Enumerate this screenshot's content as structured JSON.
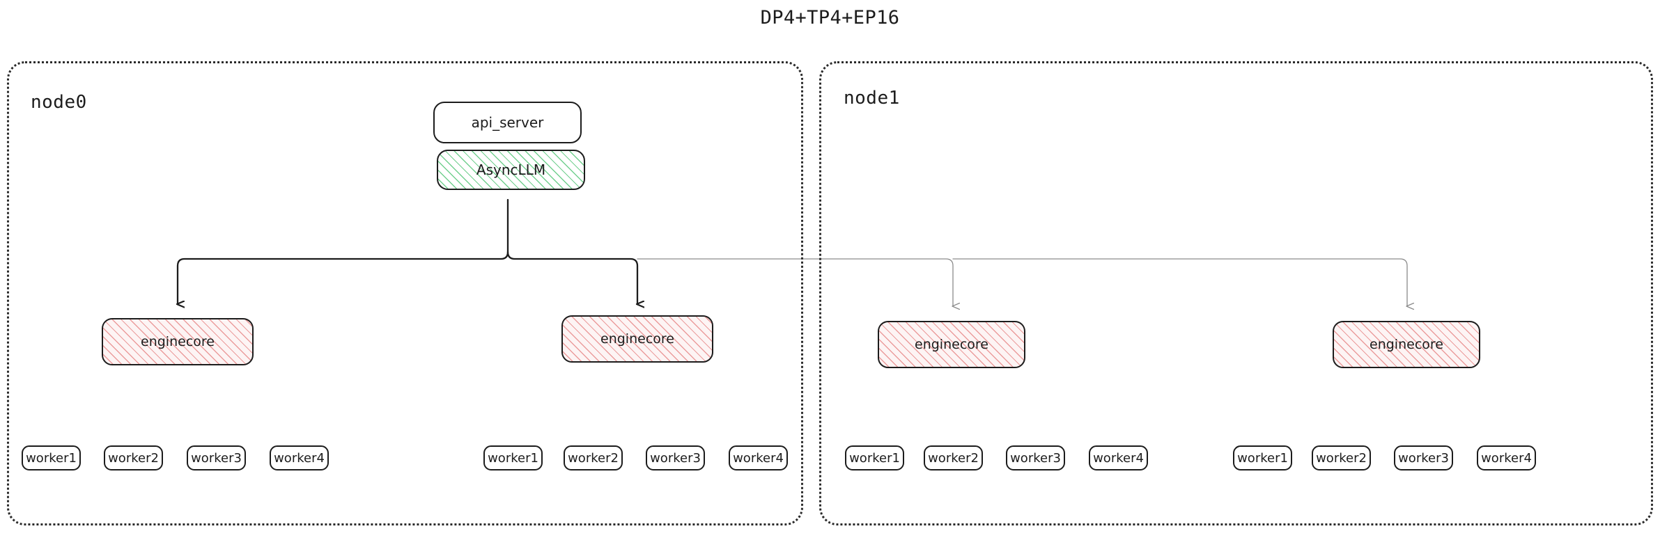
{
  "title": "DP4+TP4+EP16",
  "colors": {
    "stroke": "#1c1c1c",
    "faint_stroke": "#8a8a8a",
    "hatch_green": "#6acd89",
    "hatch_pink": "#e88c8c",
    "pink_fill": "#fdf4f4",
    "background": "#ffffff"
  },
  "top_boxes": {
    "api_server": "api_server",
    "async_llm": "AsyncLLM"
  },
  "nodes": [
    {
      "id": "node0",
      "label": "node0",
      "enginecores": [
        {
          "label": "enginecore",
          "workers": [
            "worker1",
            "worker2",
            "worker3",
            "worker4"
          ]
        },
        {
          "label": "enginecore",
          "workers": [
            "worker1",
            "worker2",
            "worker3",
            "worker4"
          ]
        }
      ]
    },
    {
      "id": "node1",
      "label": "node1",
      "enginecores": [
        {
          "label": "enginecore",
          "workers": [
            "worker1",
            "worker2",
            "worker3",
            "worker4"
          ]
        },
        {
          "label": "enginecore",
          "workers": [
            "worker1",
            "worker2",
            "worker3",
            "worker4"
          ]
        }
      ]
    }
  ]
}
